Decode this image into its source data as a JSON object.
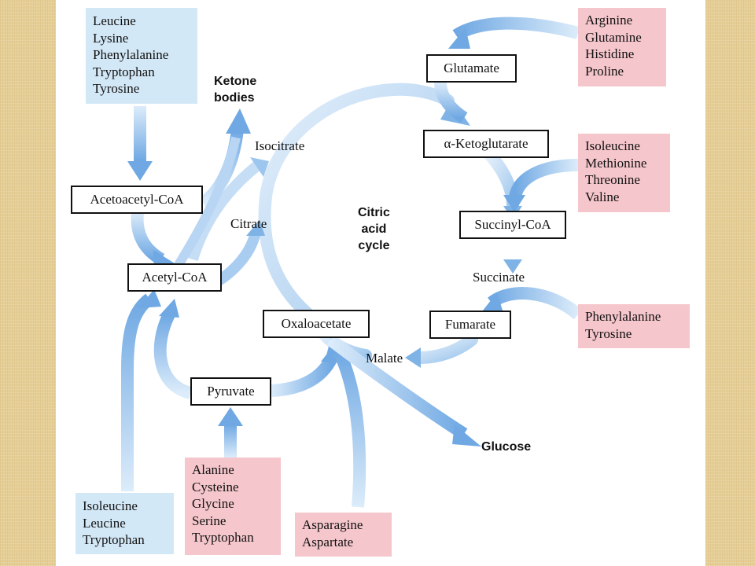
{
  "colors": {
    "page_background": "#e6cf97",
    "panel": "#ffffff",
    "amino_acid_blue": "#d3e8f7",
    "amino_acid_pink": "#f5c6cb",
    "arrow_blue": "#7fb3e6"
  },
  "center_label": [
    "Citric",
    "acid",
    "cycle"
  ],
  "products": {
    "ketone_bodies": [
      "Ketone",
      "bodies"
    ],
    "glucose": "Glucose"
  },
  "intermediates": {
    "acetoacetyl_coa": "Acetoacetyl-CoA",
    "acetyl_coa": "Acetyl-CoA",
    "pyruvate": "Pyruvate",
    "oxaloacetate": "Oxaloacetate",
    "glutamate": "Glutamate",
    "alpha_ketoglutarate": "α-Ketoglutarate",
    "succinyl_coa": "Succinyl-CoA",
    "fumarate": "Fumarate"
  },
  "cycle_labels": {
    "isocitrate": "Isocitrate",
    "citrate": "Citrate",
    "succinate": "Succinate",
    "malate": "Malate"
  },
  "amino_acid_groups": {
    "ketogenic_top": [
      "Leucine",
      "Lysine",
      "Phenylalanine",
      "Tryptophan",
      "Tyrosine"
    ],
    "to_glutamate": [
      "Arginine",
      "Glutamine",
      "Histidine",
      "Proline"
    ],
    "to_succinyl_coa": [
      "Isoleucine",
      "Methionine",
      "Threonine",
      "Valine"
    ],
    "to_fumarate": [
      "Phenylalanine",
      "Tyrosine"
    ],
    "to_acetyl_coa": [
      "Isoleucine",
      "Leucine",
      "Tryptophan"
    ],
    "to_pyruvate": [
      "Alanine",
      "Cysteine",
      "Glycine",
      "Serine",
      "Tryptophan"
    ],
    "to_oxaloacetate": [
      "Asparagine",
      "Aspartate"
    ]
  }
}
